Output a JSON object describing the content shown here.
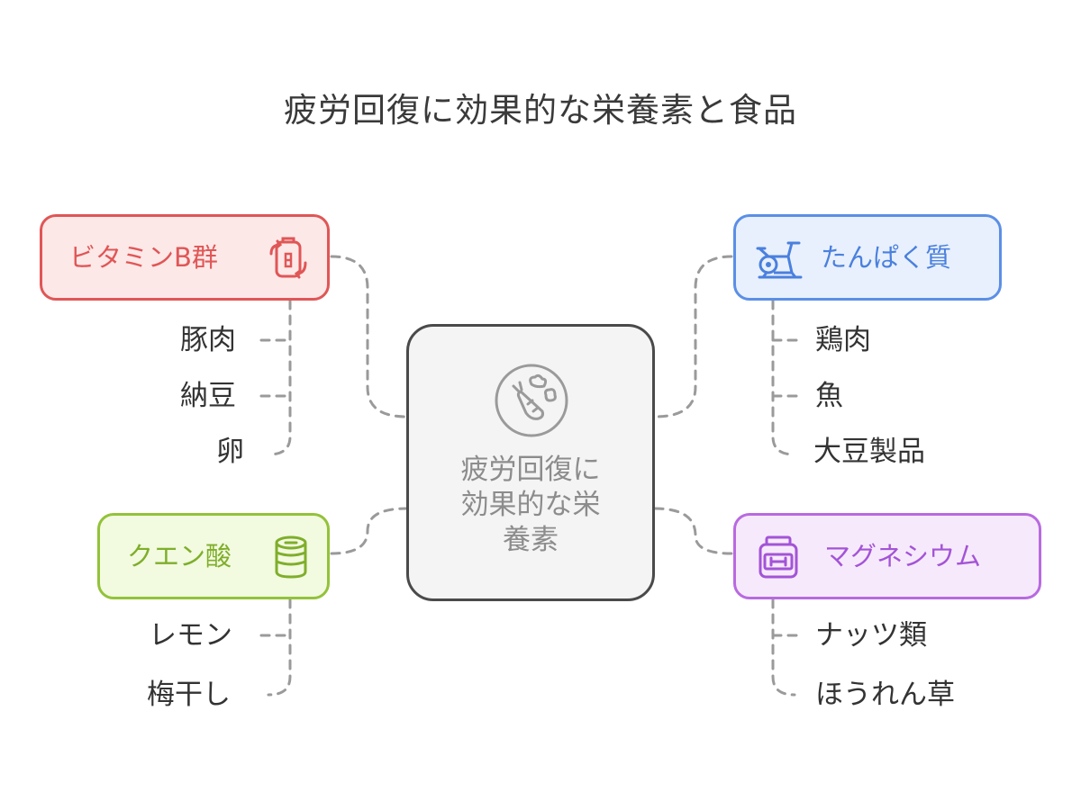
{
  "title": "疲労回復に効果的な栄養素と食品",
  "center": {
    "label_line1": "疲労回復に",
    "label_line2": "効果的な栄",
    "label_line3": "養素",
    "icon": "carrot-plate-icon"
  },
  "topics": {
    "vitamin_b": {
      "label": "ビタミンB群",
      "icon": "recycle-bottle-icon",
      "color": "#e05656",
      "foods": [
        "豚肉",
        "納豆",
        "卵"
      ]
    },
    "citric_acid": {
      "label": "クエン酸",
      "icon": "canister-icon",
      "color": "#93c23a",
      "foods": [
        "レモン",
        "梅干し"
      ]
    },
    "protein": {
      "label": "たんぱく質",
      "icon": "exercise-bike-icon",
      "color": "#5b8fe6",
      "foods": [
        "鶏肉",
        "魚",
        "大豆製品"
      ]
    },
    "magnesium": {
      "label": "マグネシウム",
      "icon": "supplement-jar-icon",
      "color": "#b86ae0",
      "foods": [
        "ナッツ類",
        "ほうれん草"
      ]
    }
  }
}
